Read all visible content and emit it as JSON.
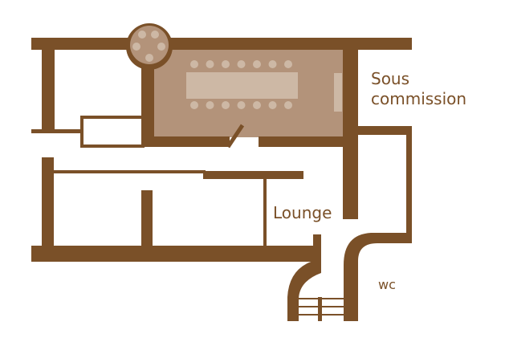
{
  "colors": {
    "wall": "#7a5028",
    "room": "#b3937a",
    "furniture": "#cdb8a5",
    "background": "#ffffff"
  },
  "rooms": {
    "sous_commission": {
      "line1": "Sous",
      "line2": "commission",
      "table_seats_per_side": 7,
      "round_table_seats": 5
    },
    "lounge": {
      "label": "Lounge"
    },
    "wc": {
      "label": "wc"
    }
  }
}
